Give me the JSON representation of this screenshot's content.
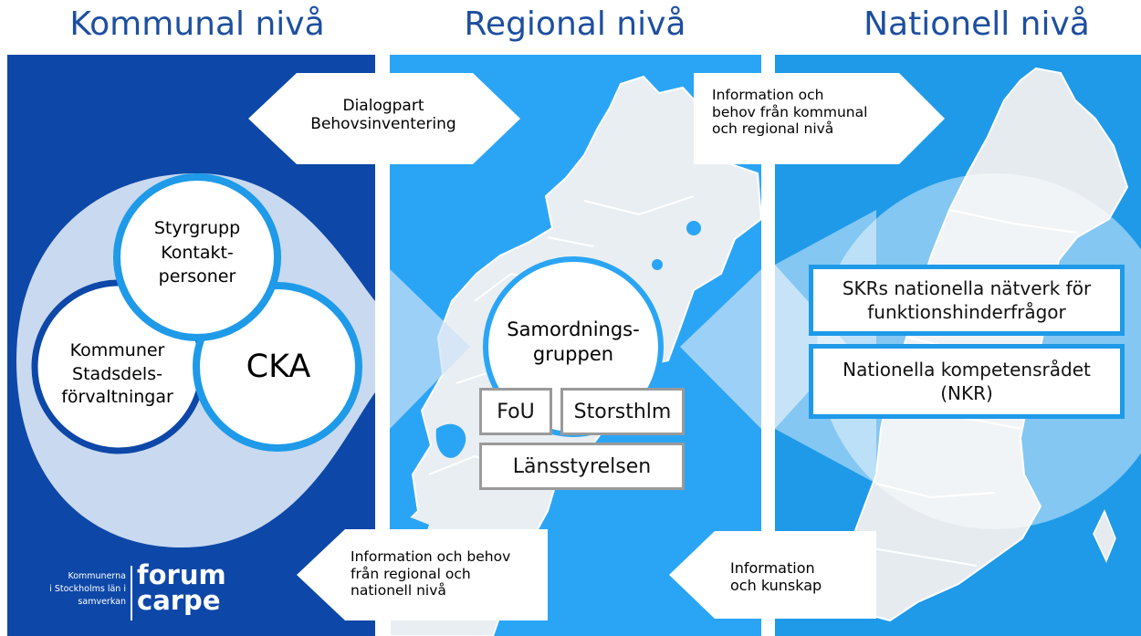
{
  "headings": {
    "municipal": "Kommunal nivå",
    "regional": "Regional nivå",
    "national": "Nationell nivå"
  },
  "arrows": {
    "top_center": [
      "Dialogpart",
      "Behovsinventering"
    ],
    "top_right": [
      "Information och",
      "behov från kommunal",
      "och regional nivå"
    ],
    "bottom_center": [
      "Information och behov",
      "från regional och",
      "nationell nivå"
    ],
    "bottom_right": [
      "Information",
      "och kunskap"
    ]
  },
  "circles": {
    "styrgrupp": [
      "Styrgrupp",
      "Kontakt-",
      "personer"
    ],
    "kommuner": [
      "Kommuner",
      "Stadsdels-",
      "förvaltningar"
    ],
    "cka": "CKA",
    "samordning": [
      "Samordnings-",
      "gruppen"
    ]
  },
  "boxes": {
    "fou": "FoU",
    "storsthlm": "Storsthlm",
    "lansstyrelsen": "Länsstyrelsen"
  },
  "national_boxes": {
    "skr": [
      "SKRs nationella nätverk för",
      "funktionshinderfrågor"
    ],
    "nkr": [
      "Nationella kompetensrådet",
      "(NKR)"
    ]
  },
  "logo": {
    "small": [
      "Kommunerna",
      "i Stockholms län i",
      "samverkan"
    ],
    "big": [
      "forum",
      "carpe"
    ]
  },
  "colors": {
    "heading": "#1d4fa0",
    "municipal_panel": "#0d47a8",
    "regional_panel": "#2aa5f6",
    "national_panel": "#1e9ae8",
    "circle_border": "#1e9ae8"
  }
}
